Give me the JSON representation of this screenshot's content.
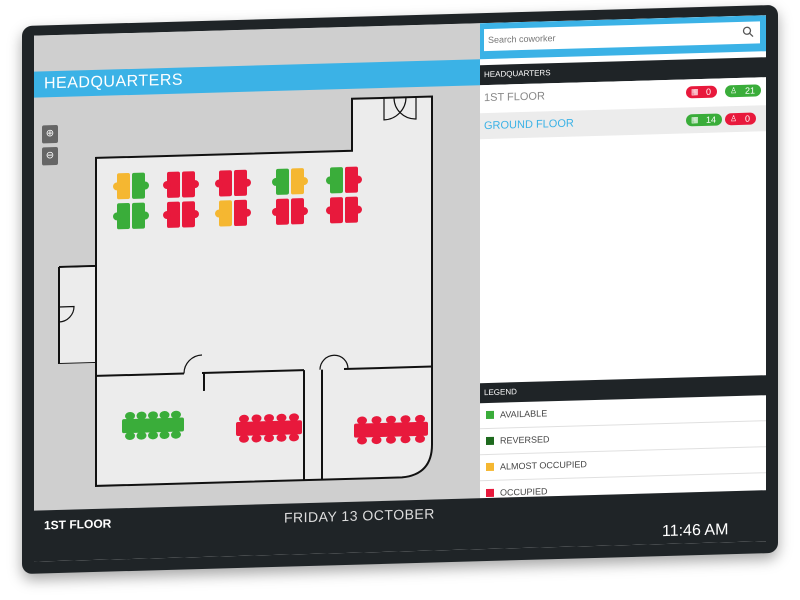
{
  "header": {
    "title": "HEADQUARTERS"
  },
  "search": {
    "placeholder": "Search coworker"
  },
  "panel": {
    "heading": "HEADQUARTERS",
    "floors": [
      {
        "name": "1ST FLOOR",
        "desks_count": "0",
        "chairs_count": "21",
        "desks_color": "#e8193c",
        "chairs_color": "#3aad3a"
      },
      {
        "name": "GROUND FLOOR",
        "desks_count": "14",
        "chairs_count": "0",
        "desks_color": "#3aad3a",
        "chairs_color": "#e8193c"
      }
    ]
  },
  "legend": {
    "heading": "LEGEND",
    "items": [
      {
        "label": "AVAILABLE",
        "color": "#3aad3a"
      },
      {
        "label": "REVERSED",
        "color": "#1e6a1e"
      },
      {
        "label": "ALMOST OCCUPIED",
        "color": "#f5b731"
      },
      {
        "label": "OCCUPIED",
        "color": "#e8193c"
      }
    ]
  },
  "footer": {
    "floor": "1ST FLOOR",
    "date": "FRIDAY 13 OCTOBER",
    "time": "11:46 AM"
  },
  "colors": {
    "accent": "#3bb2e6",
    "dark": "#1f2427",
    "available": "#3aad3a",
    "reversed": "#1e6a1e",
    "almost_occupied": "#f5b731",
    "occupied": "#e8193c"
  },
  "desk_clusters": [
    {
      "status": [
        "almost_occupied",
        "available",
        "available",
        "available"
      ]
    },
    {
      "status": [
        "occupied",
        "occupied",
        "occupied",
        "occupied"
      ]
    },
    {
      "status": [
        "occupied",
        "occupied",
        "almost_occupied",
        "occupied"
      ]
    },
    {
      "status": [
        "available",
        "almost_occupied",
        "occupied",
        "occupied"
      ]
    },
    {
      "status": [
        "available",
        "occupied",
        "occupied",
        "occupied"
      ]
    }
  ],
  "conference_tables": [
    {
      "status": "available"
    },
    {
      "status": "occupied"
    },
    {
      "status": "occupied"
    }
  ]
}
